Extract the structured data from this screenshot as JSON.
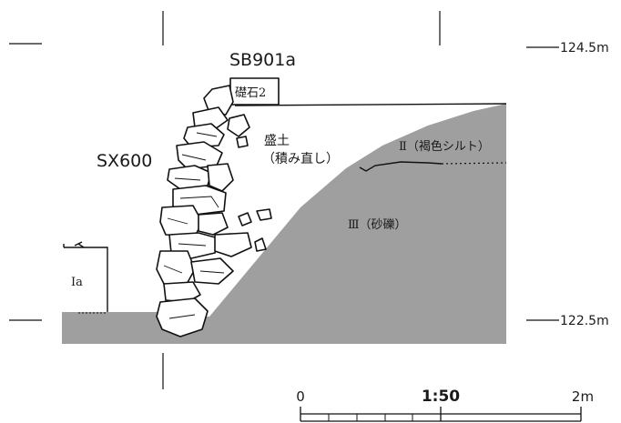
{
  "labels": {
    "foundation_id": "SB901a",
    "foundation_stone": "礎石2",
    "wall_id": "SX600",
    "fill_line1": "盛土",
    "fill_line2": "（積み直し）",
    "layer_ii": "Ⅱ（褐色シルト）",
    "layer_iii": "Ⅲ（砂礫）",
    "layer_ia": "Ⅰa"
  },
  "elevations": {
    "upper": "124.5m",
    "lower": "122.5m"
  },
  "scale_bar": {
    "ratio": "1:50",
    "start": "0",
    "end": "2m"
  },
  "colors": {
    "soil_fill": "#9f9f9f",
    "line": "#111111"
  }
}
